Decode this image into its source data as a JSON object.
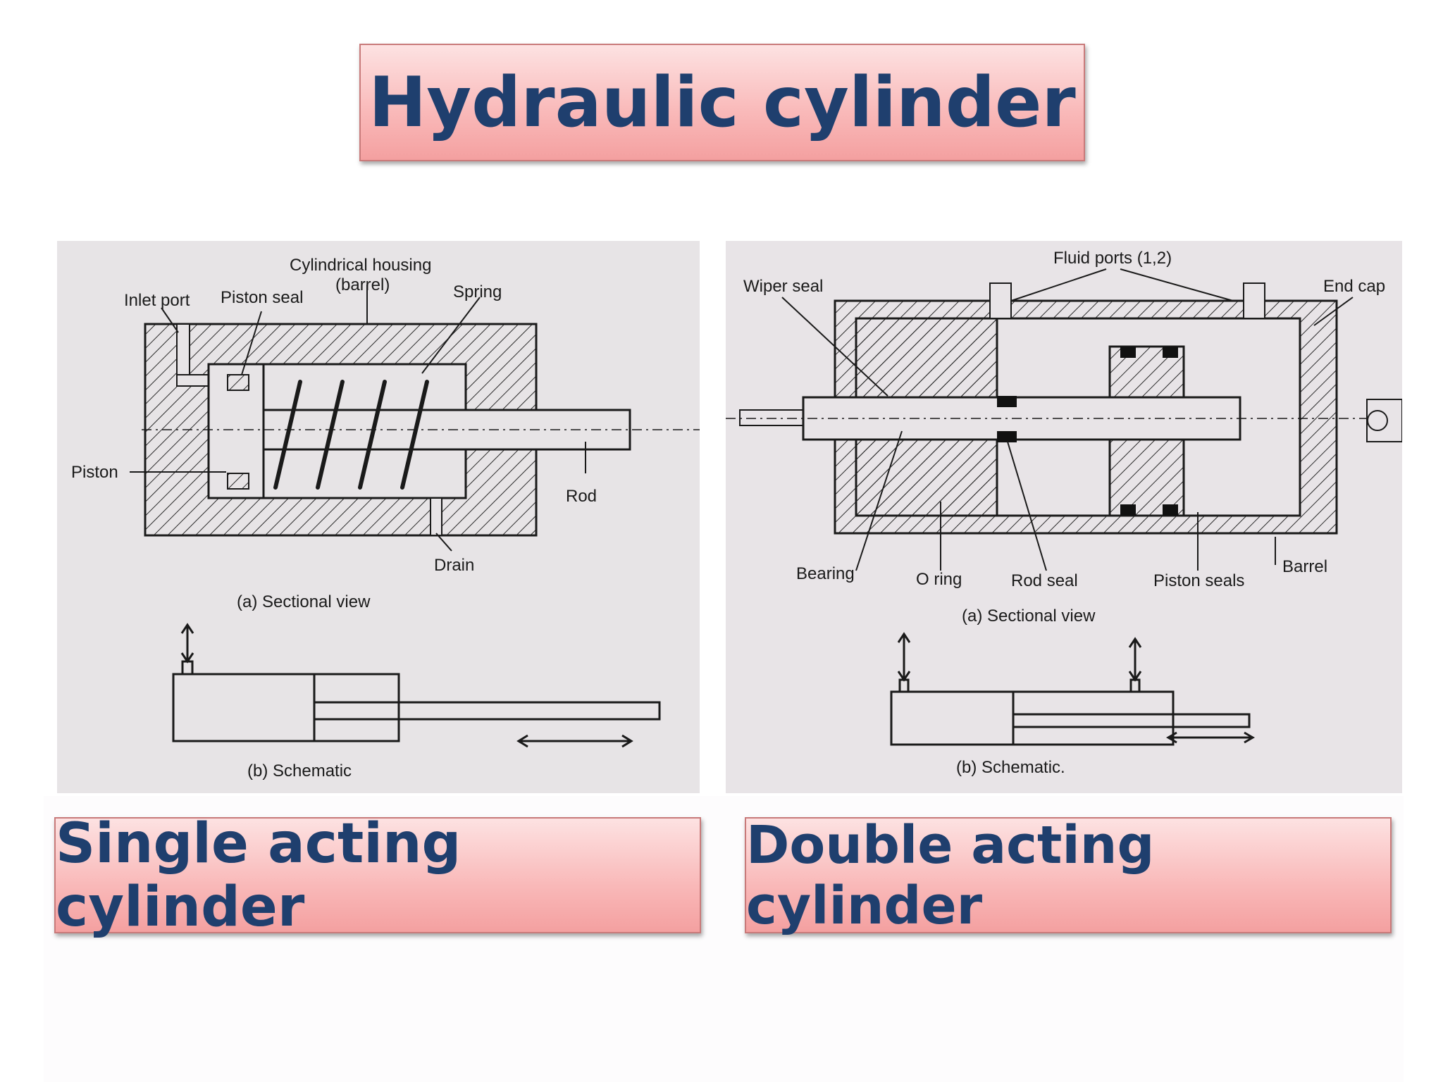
{
  "title": "Hydraulic cylinder",
  "captions": {
    "left": "Single acting cylinder",
    "right": "Double acting cylinder"
  },
  "single_acting": {
    "labels": {
      "housing_line1": "Cylindrical housing",
      "housing_line2": "(barrel)",
      "inlet_port": "Inlet port",
      "piston_seal": "Piston seal",
      "spring": "Spring",
      "piston": "Piston",
      "rod": "Rod",
      "drain": "Drain"
    },
    "sectional_caption": "(a) Sectional view",
    "schematic_caption": "(b) Schematic"
  },
  "double_acting": {
    "labels": {
      "fluid_ports": "Fluid ports (1,2)",
      "wiper_seal": "Wiper seal",
      "end_cap": "End cap",
      "bearing": "Bearing",
      "o_ring": "O ring",
      "rod_seal": "Rod seal",
      "piston_seals": "Piston seals",
      "barrel": "Barrel"
    },
    "sectional_caption": "(a) Sectional view",
    "schematic_caption": "(b) Schematic."
  }
}
